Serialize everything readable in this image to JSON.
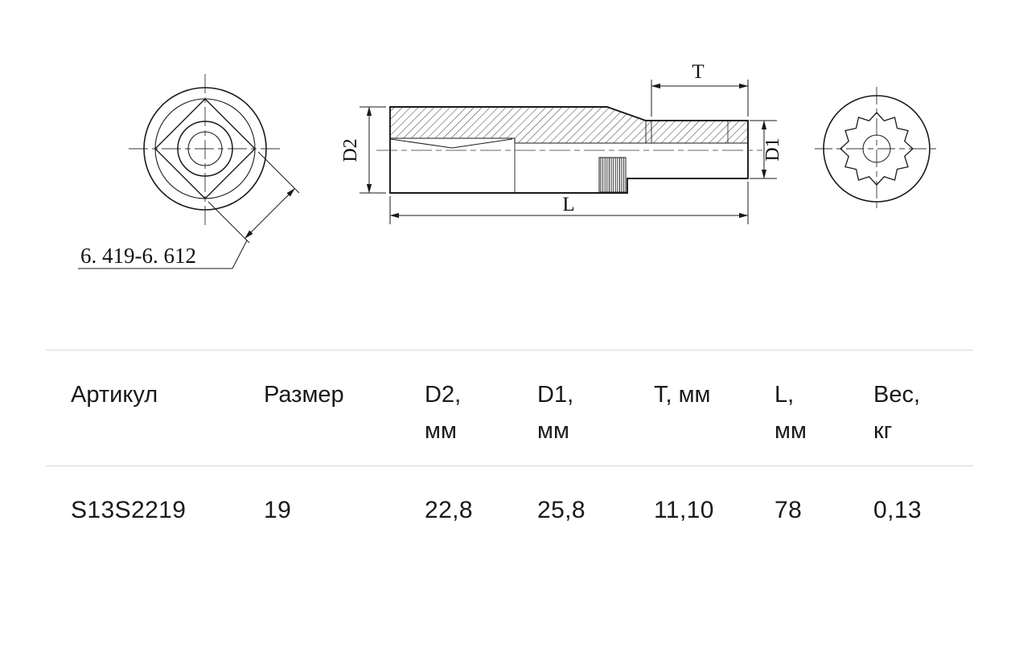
{
  "drawing": {
    "square_dimension": "6. 419-6. 612",
    "dim_d2": "D2",
    "dim_d1": "D1",
    "dim_t": "T",
    "dim_l": "L"
  },
  "table": {
    "headers": {
      "article": "Артикул",
      "size": "Размер",
      "d2_line1": "D2,",
      "d2_line2": "мм",
      "d1_line1": "D1,",
      "d1_line2": "мм",
      "t": "Т, мм",
      "l_line1": "L,",
      "l_line2": "мм",
      "weight_line1": "Вес,",
      "weight_line2": "кг"
    },
    "row": {
      "article": "S13S2219",
      "size": "19",
      "d2": "22,8",
      "d1": "25,8",
      "t": "11,10",
      "l": "78",
      "weight": "0,13"
    }
  }
}
